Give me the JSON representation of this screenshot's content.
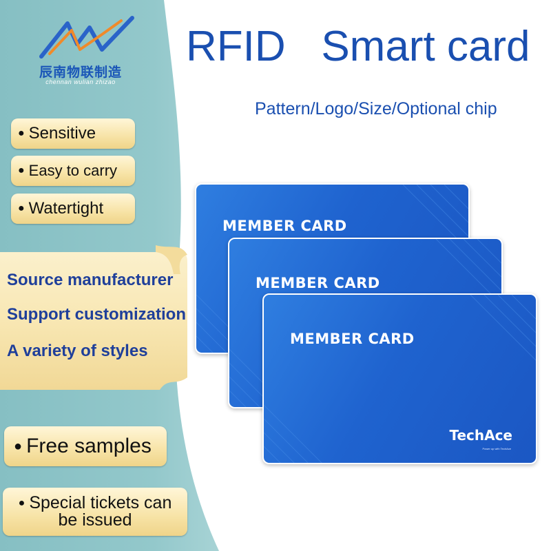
{
  "colors": {
    "teal_background": "#8ec3c6",
    "cream": "#f7e3a6",
    "title_blue": "#1a4fb0",
    "card_blue": "#1f63cf"
  },
  "brand": {
    "logo_icon": "chevron-arrow-logo-icon",
    "name_cn": "辰南物联制造",
    "name_pinyin": "chennan wulian zhizao"
  },
  "features": [
    {
      "label": "Sensitive"
    },
    {
      "label": "Easy to carry"
    },
    {
      "label": "Watertight"
    }
  ],
  "banner": {
    "lines": [
      "Source manufacturer",
      "Support customization",
      "A variety of styles"
    ]
  },
  "bottom_pills": {
    "free_samples": "Free samples",
    "tickets_line1": "Special tickets can",
    "tickets_line2": "be issued"
  },
  "headline": {
    "title": "RFID   Smart card",
    "subtitle": "Pattern/Logo/Size/Optional chip"
  },
  "cards": [
    {
      "label": "MEMBER CARD"
    },
    {
      "label": "MEMBER CARD"
    },
    {
      "label": "MEMBER CARD",
      "brand": "TechAce",
      "tagline": "Power up with TechAce"
    }
  ]
}
